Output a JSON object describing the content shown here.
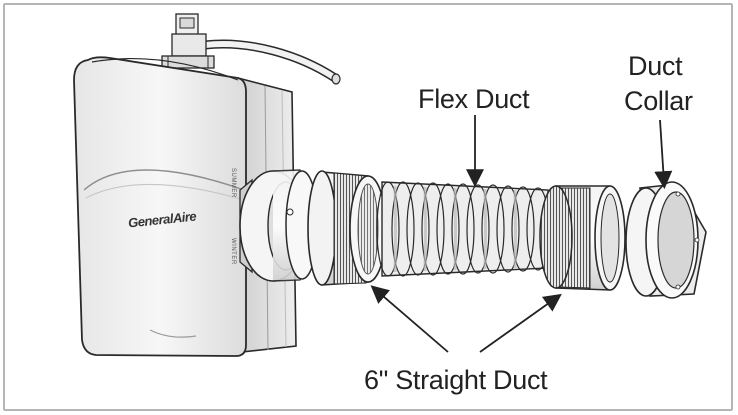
{
  "labels": {
    "flex_duct": "Flex Duct",
    "duct_collar_line1": "Duct",
    "duct_collar_line2": "Collar",
    "straight_duct": "6\" Straight Duct"
  },
  "unit": {
    "brand_logo": "GeneralAire",
    "summer_text": "SUMMER",
    "winter_text": "WINTER"
  },
  "colors": {
    "outline": "#2a2a2a",
    "body_fill": "#f2f2f2",
    "shade": "#d8d8d8",
    "dark_shade": "#9a9a9a",
    "frame_border": "#b5b5b5"
  }
}
